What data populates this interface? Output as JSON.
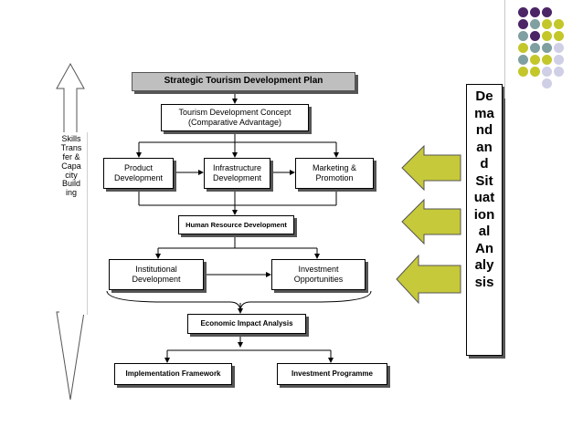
{
  "diagram": {
    "title": "Strategic Tourism Development Plan",
    "concept": "Tourism Development Concept\n(Comparative Advantage)",
    "product": "Product\nDevelopment",
    "infrastructure": "Infrastructure\nDevelopment",
    "marketing": "Marketing &\nPromotion",
    "hr": "Human Resource Development",
    "institutional": "Institutional\nDevelopment",
    "investment_opp": "Investment\nOpportunities",
    "economic": "Economic Impact Analysis",
    "implementation": "Implementation Framework",
    "investment_prog": "Investment Programme",
    "side_left": "Skills\nTrans\nfer &\nCapa\ncity\nBuild\ning",
    "side_right": "De\nma\nnd\nan\nd\nSit\nuat\nion\nal\nAn\naly\nsis"
  },
  "colors": {
    "purple": "#4b2566",
    "teal": "#7f9fa0",
    "olive": "#c3c72a",
    "lavender": "#cfcfe6",
    "arrow_fill": "#c6c93a",
    "title_fill": "#bfbfbf"
  }
}
